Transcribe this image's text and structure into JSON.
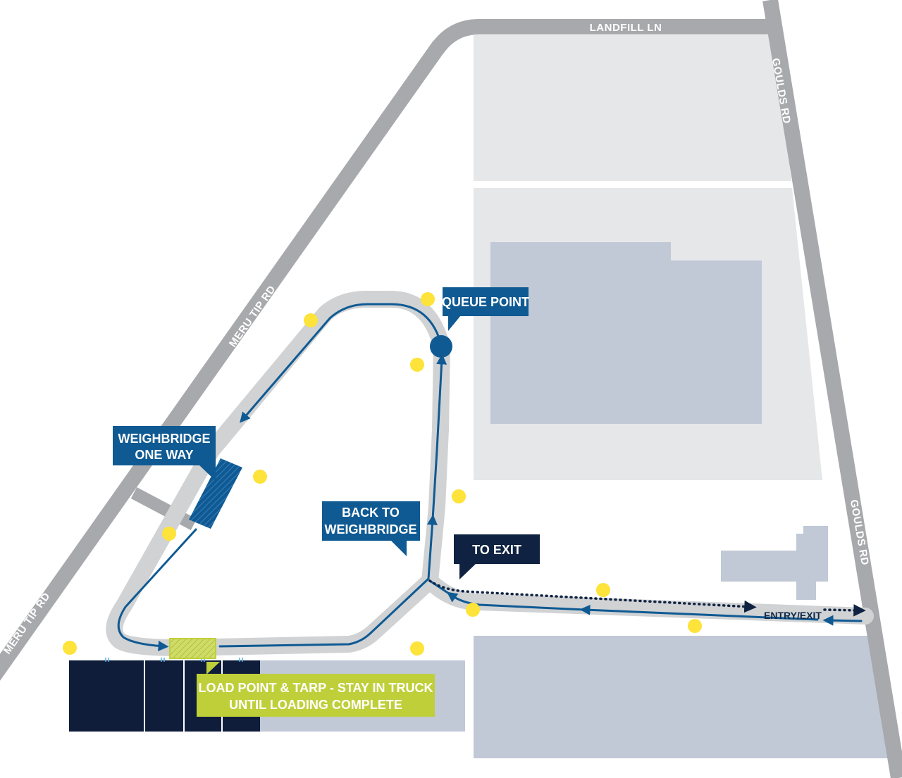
{
  "roads": {
    "landfill": "LANDFILL LN",
    "goulds_top": "GOULDS RD",
    "goulds_bottom": "GOULDS RD",
    "meru_top": "MERU TIP RD",
    "meru_bottom": "MERU TIP RD"
  },
  "callouts": {
    "queue_point": "QUEUE POINT",
    "weighbridge_line1": "WEIGHBRIDGE",
    "weighbridge_line2": "ONE WAY",
    "back_line1": "BACK TO",
    "back_line2": "WEIGHBRIDGE",
    "to_exit": "TO EXIT",
    "load_line1": "LOAD POINT & TARP - STAY IN TRUCK",
    "load_line2": "UNTIL LOADING COMPLETE",
    "entry_exit": "ENTRY/EXIT"
  },
  "colors": {
    "road": "#a7a9ac",
    "lot_light": "#e6e7e9",
    "building": "#c1c8d6",
    "track": "#d0d2d4",
    "route": "#0f5a93",
    "callout_blue": "#0f5a93",
    "callout_navy": "#0f2241",
    "load_green": "#bfcf3a",
    "dot_yellow": "#fde33a",
    "bays_navy": "#0f1c3a"
  },
  "icons": {
    "queue_marker": "queue-point-marker",
    "direction": "direction-arrow",
    "safety_marker": "yellow-marker-dot"
  }
}
